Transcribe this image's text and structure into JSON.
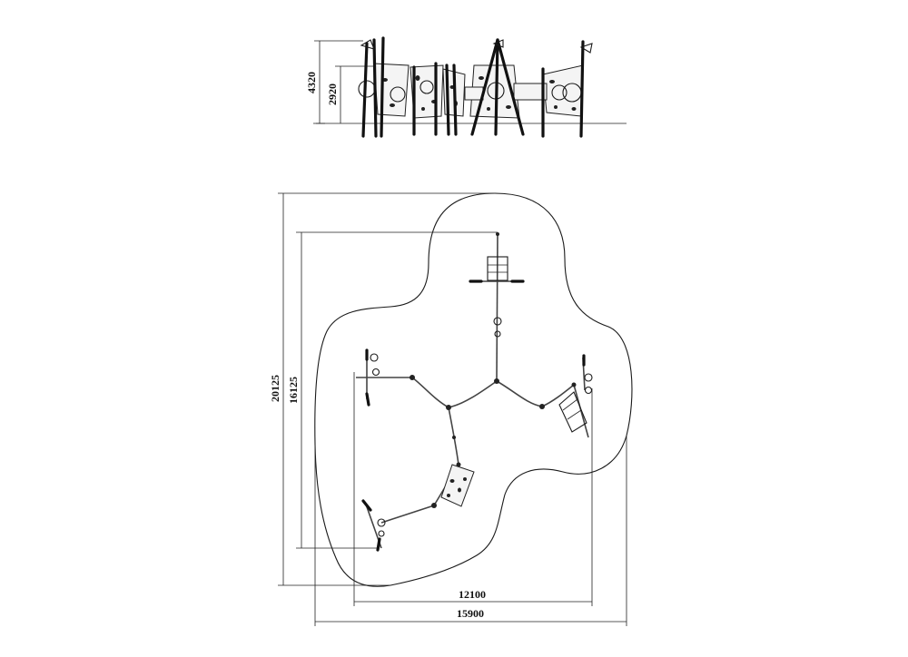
{
  "dimensions": {
    "elevation_total_height": "4320",
    "elevation_platform_height": "2920",
    "plan_overall_depth": "20125",
    "plan_equipment_depth": "16125",
    "plan_equipment_width": "12100",
    "plan_overall_width": "15900"
  }
}
